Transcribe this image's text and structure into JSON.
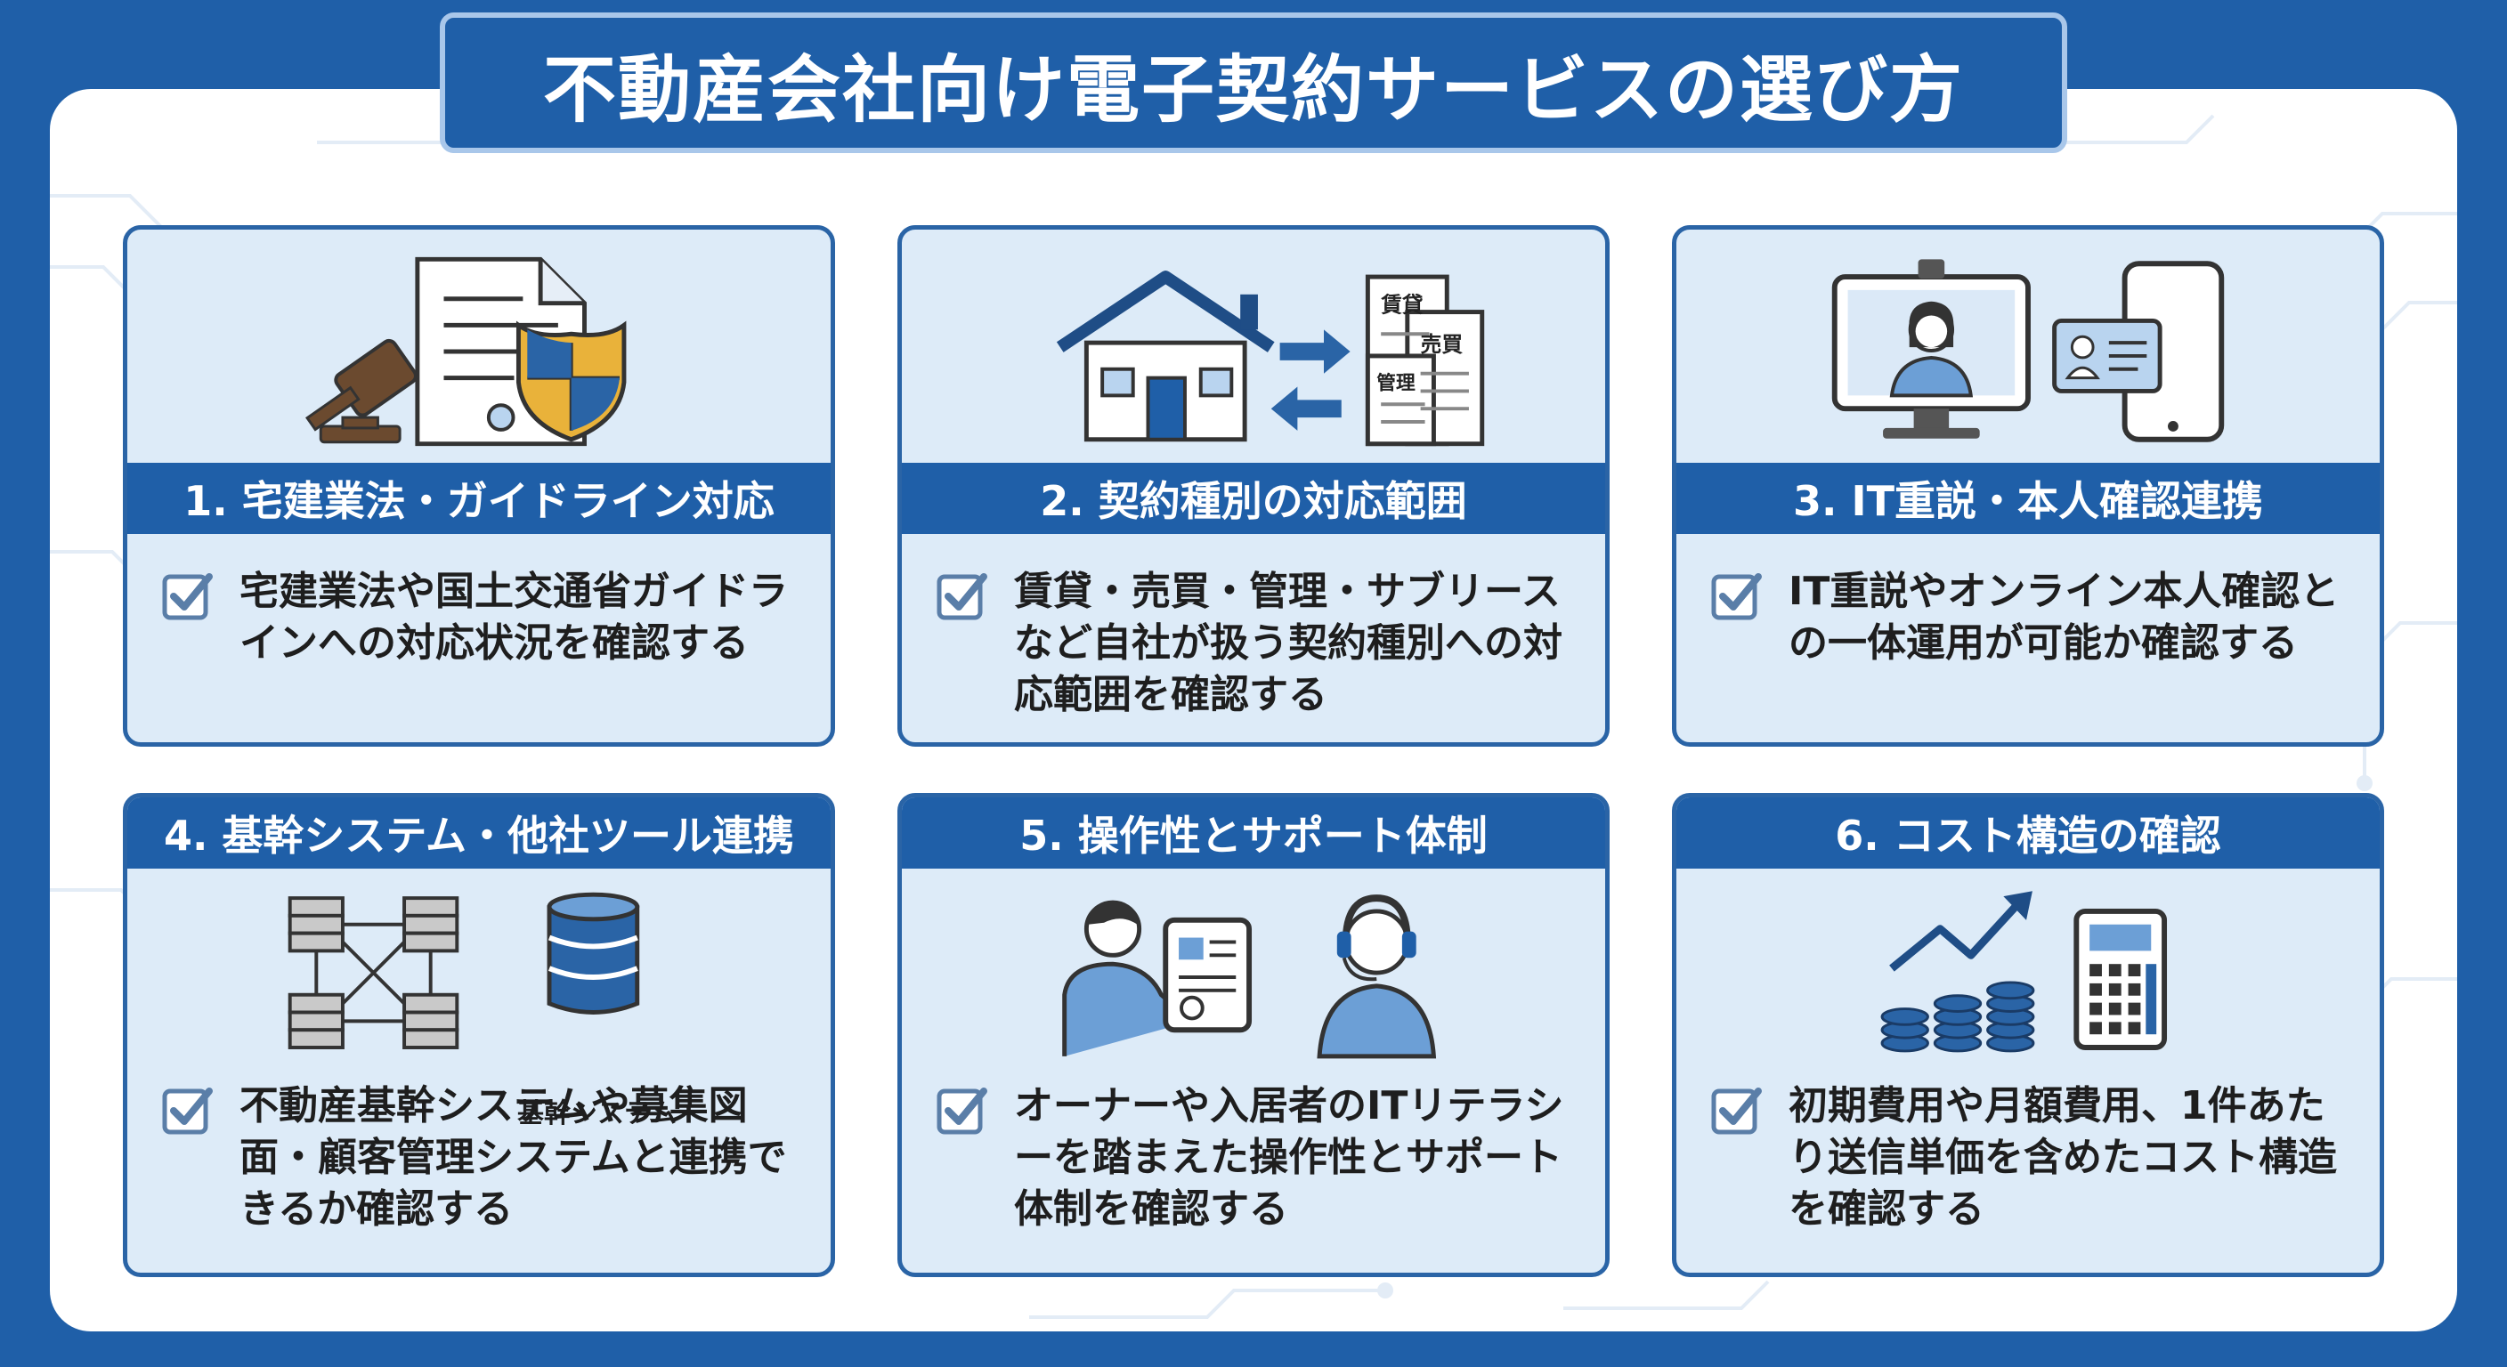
{
  "title": "不動産会社向け電子契約サービスの選び方",
  "colors": {
    "brand": "#1f5fa8",
    "card_bg": "#ddebf8",
    "icon_fill": "#b9d4ef",
    "shield_gold": "#e9b23a"
  },
  "cards": [
    {
      "heading": "1. 宅建業法・ガイドライン対応",
      "text": "宅建業法や国土交通省ガイドラインへの対応状況を確認する",
      "icon": "document-gavel-shield-icon"
    },
    {
      "heading": "2. 契約種別の対応範囲",
      "text": "賃貸・売買・管理・サブリースなど自社が扱う契約種別への対応範囲を確認する",
      "icon": "house-contracts-icon",
      "doc_labels": [
        "賃貸",
        "売買",
        "管理"
      ]
    },
    {
      "heading": "3. IT重説・本人確認連携",
      "text": "IT重説やオンライン本人確認との一体運用が可能か確認する",
      "icon": "monitor-id-card-icon"
    },
    {
      "heading": "4. 基幹システム・他社ツール連携",
      "text": "不動産基幹システムや募集図面・顧客管理システムと連携できるか確認する",
      "icon": "server-database-icon",
      "icon_label": "基幹システム"
    },
    {
      "heading": "5. 操作性とサポート体制",
      "text": "オーナーや入居者のITリテラシーを踏まえた操作性とサポート体制を確認する",
      "icon": "user-tablet-headset-icon"
    },
    {
      "heading": "6. コスト構造の確認",
      "text": "初期費用や月額費用、1件あたり送信単価を含めたコスト構造を確認する",
      "icon": "coins-chart-calculator-icon"
    }
  ]
}
